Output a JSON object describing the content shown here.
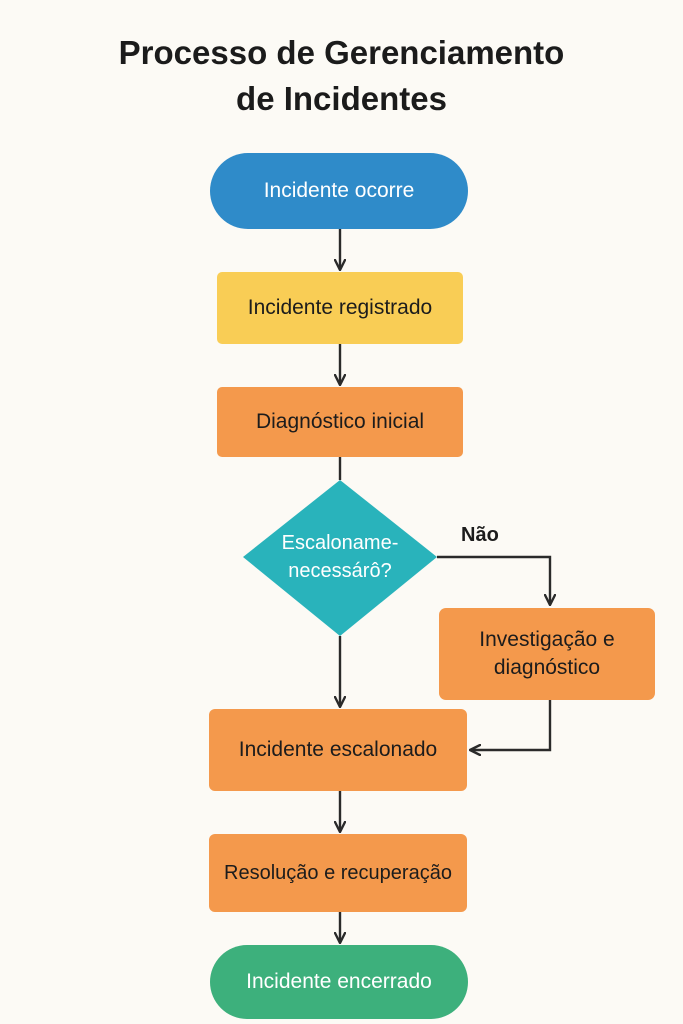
{
  "title": {
    "line1": "Processo de Gerenciamento",
    "line2": "de Incidentes"
  },
  "nodes": {
    "start": "Incidente ocorre",
    "registered": "Incidente registrado",
    "diagnosis": "Diagnóstico inicial",
    "decision": {
      "line1": "Escaloname-",
      "line2": "necessárô?"
    },
    "investigation": {
      "line1": "Investigação e",
      "line2": "diagnóstico"
    },
    "escalated": "Incidente escalonado",
    "resolution": "Resolução e recuperação",
    "closed": "Incidente encerrado"
  },
  "edge_labels": {
    "no": "Não"
  },
  "colors": {
    "start": "#2f8bc9",
    "registered": "#f9cd55",
    "process": "#f4994c",
    "decision": "#29b3bb",
    "closed": "#3db07c",
    "line": "#2a2a2a"
  }
}
